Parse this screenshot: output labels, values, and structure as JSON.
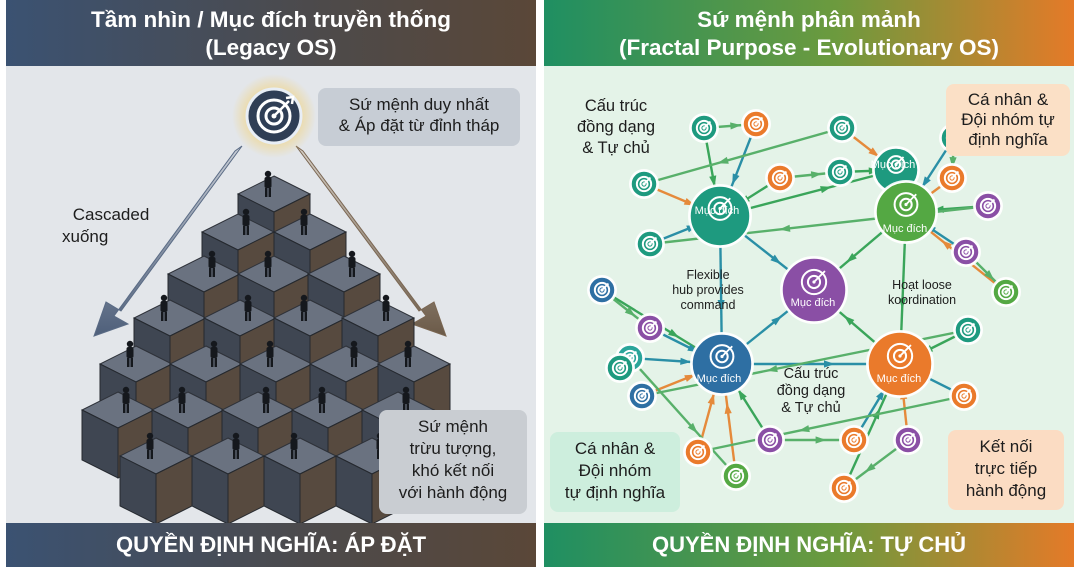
{
  "left_panel": {
    "title_line1": "Tầm nhìn / Mục đích truyền thống",
    "title_line2": "(Legacy OS)",
    "top_callout_line1": "Sứ mệnh duy nhất",
    "top_callout_line2": "& Áp đặt từ đỉnh tháp",
    "cascade_line1": "Cascaded",
    "cascade_line2": "xuống",
    "bottom_callout_line1": "Sứ mệnh",
    "bottom_callout_line2": "trừu tượng,",
    "bottom_callout_line3": "khó kết nối",
    "bottom_callout_line4": "với hành động",
    "footer": "QUYỀN ĐỊNH NGHĨA: ÁP ĐẶT",
    "icons": [
      "target-icon",
      "person-icon",
      "cube-icon",
      "arrow-down-icon"
    ],
    "colors": {
      "header": "#3b5272",
      "header_end": "#5a4738",
      "cube": "#4a4f58",
      "glow": "#f2d27a"
    }
  },
  "right_panel": {
    "title_line1": "Sứ mệnh phân mảnh",
    "title_line2": "(Fractal Purpose - Evolutionary OS)",
    "top_left_line1": "Cấu trúc",
    "top_left_line2": "đồng dạng",
    "top_left_line3": "& Tự chủ",
    "top_right_line1": "Cá nhân &",
    "top_right_line2": "Đội nhóm tự",
    "top_right_line3": "định nghĩa",
    "flexible_line1": "Flexible",
    "flexible_line2": "hub provides",
    "flexible_line3": "command",
    "loose_line1": "Hoạt loose",
    "loose_line2": "koordination",
    "mid_line1": "Cấu trúc",
    "mid_line2": "đồng dạng",
    "mid_line3": "& Tự chủ",
    "bottom_left_line1": "Cá nhân &",
    "bottom_left_line2": "Đội nhóm",
    "bottom_left_line3": "tự định nghĩa",
    "bottom_right_line1": "Kết nối",
    "bottom_right_line2": "trực tiếp",
    "bottom_right_line3": "hành động",
    "hub_label": "Mục đích",
    "footer": "QUYỀN ĐỊNH NGHĨA: TỰ CHỦ",
    "icons": [
      "target-icon",
      "arrow-icon"
    ],
    "colors": {
      "teal": "#1e9a7f",
      "green": "#54a843",
      "orange": "#ea7a2b",
      "purple": "#8a4fa5",
      "blue": "#2e6fa3"
    }
  }
}
